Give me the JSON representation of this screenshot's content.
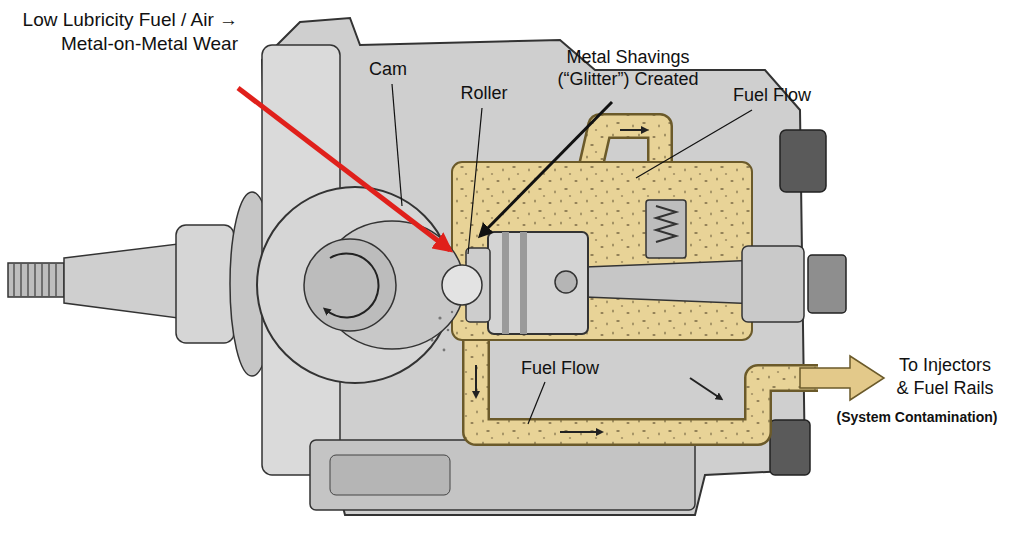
{
  "diagram": {
    "labels": [
      "Low Lubricity Fuel / Air → Metal-on-Metal Wear",
      "Cam",
      "Roller",
      "Metal Shavings (“Glitter”) Created",
      "Fuel Flow",
      "Fuel Flow",
      "To Injectors & Fuel Rails",
      "(System Contamination)"
    ]
  }
}
